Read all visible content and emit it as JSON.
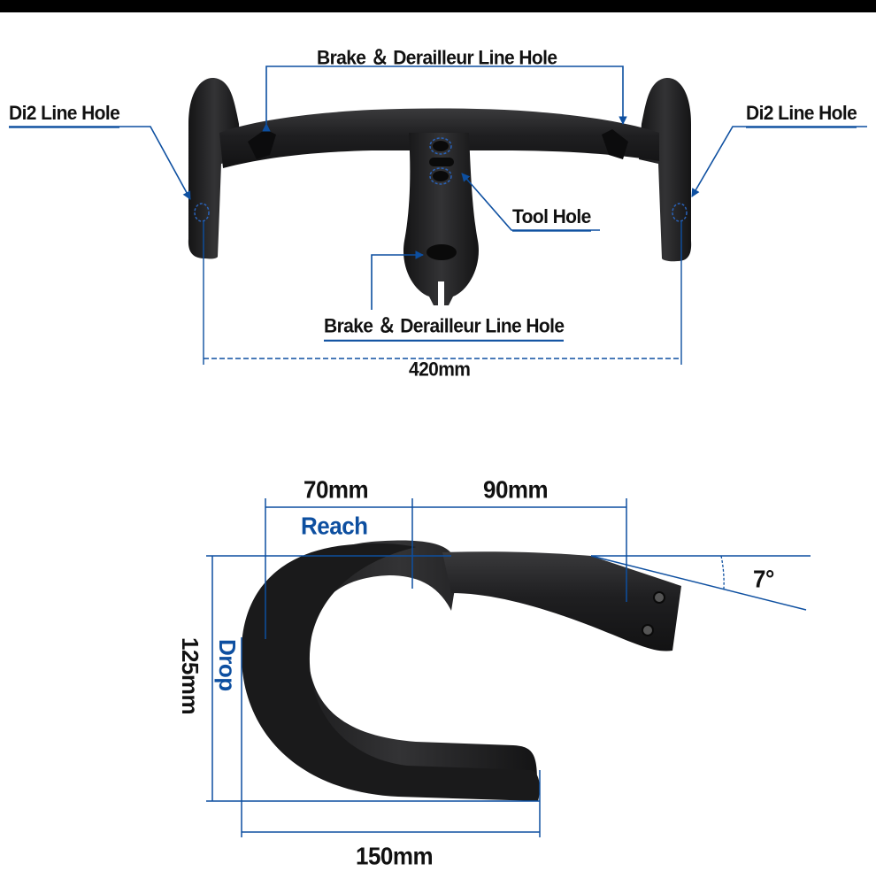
{
  "top_view": {
    "brake_line_hole_top": "Brake ＆ Derailleur Line Hole",
    "di2_left": "Di2 Line Hole",
    "di2_right": "Di2 Line Hole",
    "tool_hole": "Tool Hole",
    "brake_line_hole_bottom": "Brake ＆ Derailleur Line Hole",
    "width": "420mm"
  },
  "side_view": {
    "reach_front": "70mm",
    "reach_rear": "90mm",
    "reach_label": "Reach",
    "angle": "7°",
    "drop": "125mm",
    "drop_label": "Drop",
    "length": "150mm"
  },
  "colors": {
    "accent": "#0d4fa0",
    "carbon": "#1c1c1e",
    "background": "#ffffff"
  }
}
